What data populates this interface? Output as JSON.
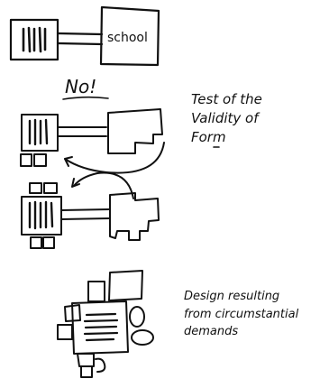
{
  "labels": {
    "school": "school",
    "no": "No!",
    "test_line1": "Test of the",
    "test_line2": "Validity of",
    "test_line3": "Form",
    "design_line1": "Design resulting",
    "design_line2": "from circumstantial",
    "design_line3": "demands"
  },
  "colors": {
    "ink": "#111111",
    "background": "#ffffff"
  }
}
